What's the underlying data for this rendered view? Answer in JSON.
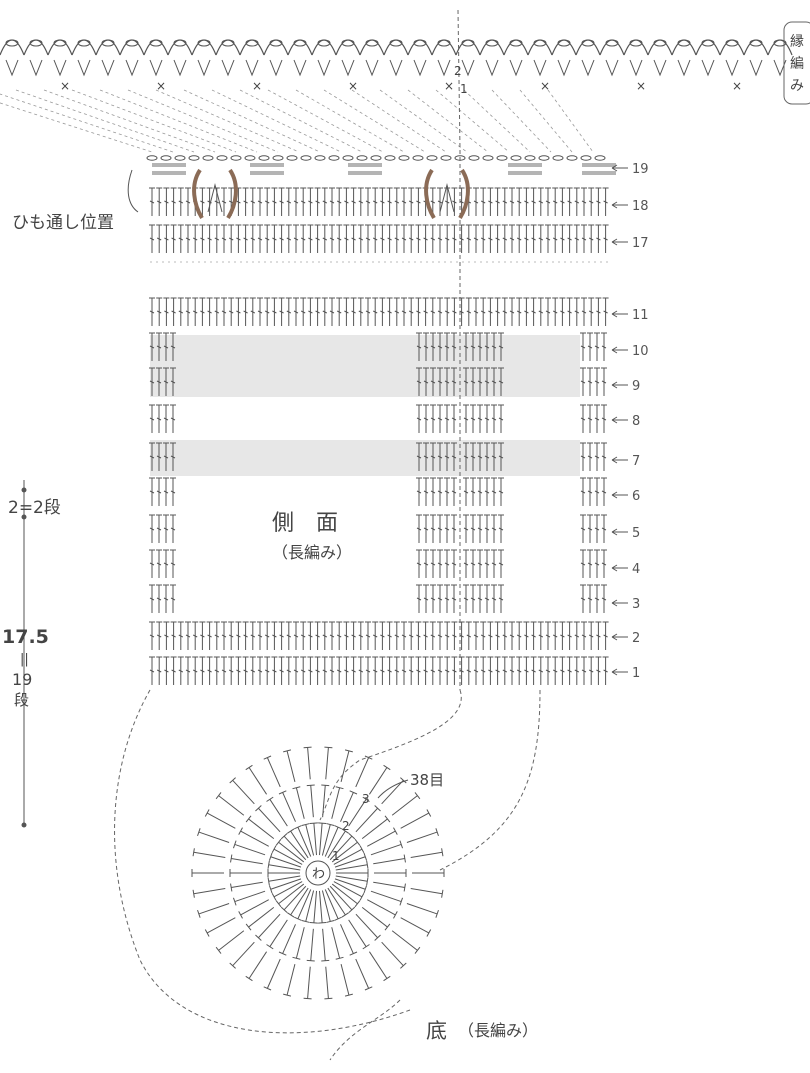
{
  "labels": {
    "drawstring_position": "ひも通し位置",
    "side_title": "側　面",
    "side_stitch": "（長編み）",
    "bottom_title": "底",
    "bottom_stitch": "（長編み）",
    "stitch_count": "38目",
    "ring_center": "わ",
    "gauge_top": "2=2段",
    "dimension_cm": "17.5",
    "dimension_equals": "||",
    "dimension_rows": "19",
    "dimension_unit": "段",
    "edge_note": "縁編み",
    "edge_step_2": "2",
    "edge_step_1": "1"
  },
  "side_rows": [
    "1",
    "2",
    "3",
    "4",
    "5",
    "6",
    "7",
    "8",
    "9",
    "10",
    "11",
    "17",
    "18",
    "19"
  ],
  "bottom_rounds": [
    "1",
    "2",
    "3"
  ],
  "colors": {
    "line": "#555555",
    "band_gray": "#e6e6e6",
    "accent_brown": "#8b6b56",
    "drawstring_gray": "#b4b4b4"
  }
}
